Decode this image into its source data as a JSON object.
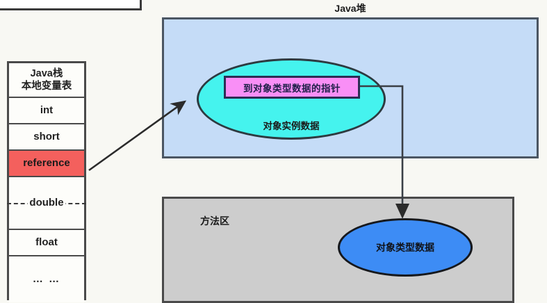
{
  "diagram": {
    "title_top_partial_box": "",
    "stack": {
      "header_line1": "Java栈",
      "header_line2": "本地变量表",
      "rows": [
        {
          "label": "int",
          "kind": "normal"
        },
        {
          "label": "short",
          "kind": "normal"
        },
        {
          "label": "reference",
          "kind": "highlight"
        },
        {
          "label": "double",
          "kind": "dashed-double-height"
        },
        {
          "label": "float",
          "kind": "normal"
        },
        {
          "label": "… …",
          "kind": "ellipsis"
        }
      ]
    },
    "heap": {
      "title": "Java堆",
      "instance_ellipse_label": "对象实例数据",
      "pointer_box_label": "到对象类型数据的指针"
    },
    "method_area": {
      "title": "方法区",
      "type_data_ellipse_label": "对象类型数据"
    },
    "colors": {
      "heap_fill": "#c5dcf7",
      "method_fill": "#cdcdcd",
      "instance_ellipse_fill": "#45f3ee",
      "pointer_box_fill": "#f98ff6",
      "type_data_ellipse_fill": "#3d8cf5",
      "reference_row_fill": "#f4605d",
      "border": "#4a4a4a",
      "background": "#f8f8f3"
    },
    "connectors": [
      {
        "name": "reference-to-instance",
        "from": "reference",
        "to": "对象实例数据"
      },
      {
        "name": "pointer-to-type-data",
        "from": "到对象类型数据的指针",
        "to": "对象类型数据"
      }
    ]
  }
}
